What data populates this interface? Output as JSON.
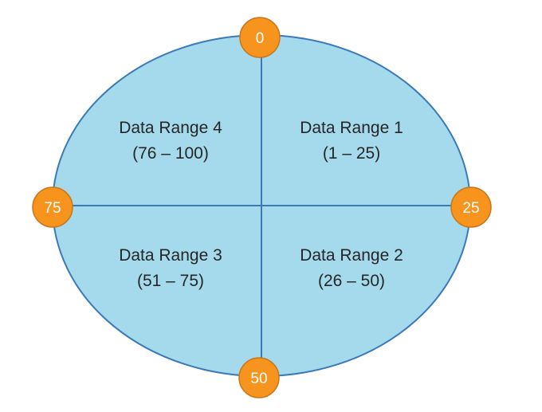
{
  "colors": {
    "ellipse_fill": "#a4daeb",
    "ellipse_stroke": "#3b7ab8",
    "divider": "#3b7ab8",
    "marker_fill": "#f7941d",
    "marker_stroke": "#c9761a",
    "marker_text": "#ffffff",
    "label_text": "#262626"
  },
  "ranges": [
    {
      "name": "Data Range 1",
      "span": "(1 – 25)"
    },
    {
      "name": "Data Range 2",
      "span": "(26 – 50)"
    },
    {
      "name": "Data Range 3",
      "span": "(51 – 75)"
    },
    {
      "name": "Data Range 4",
      "span": "(76 – 100)"
    }
  ],
  "markers": {
    "top": "0",
    "right": "25",
    "bottom": "50",
    "left": "75"
  }
}
